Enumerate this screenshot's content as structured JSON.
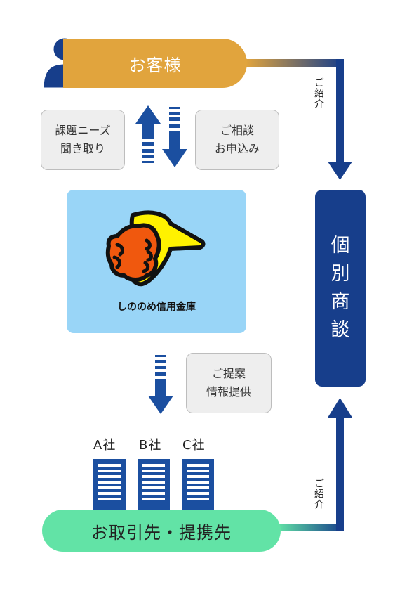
{
  "customer": {
    "label": "お客様"
  },
  "left_box": {
    "line1": "課題ニーズ",
    "line2": "聞き取り"
  },
  "right_box": {
    "line1": "ご相談",
    "line2": "お申込み"
  },
  "bank": {
    "name": "しののめ信用金庫"
  },
  "proposal_box": {
    "line1": "ご提案",
    "line2": "情報提供"
  },
  "meeting": {
    "chars": [
      "個",
      "別",
      "商",
      "談"
    ]
  },
  "intro_top": {
    "label": "ご紹介"
  },
  "intro_bottom": {
    "label": "ご紹介"
  },
  "companies": {
    "a": "A社",
    "b": "B社",
    "c": "C社"
  },
  "partners": {
    "label": "お取引先・提携先"
  },
  "colors": {
    "customer": "#e1a43d",
    "navy": "#173e8b",
    "bank_bg": "#99d5f7",
    "partner": "#62e3a6",
    "arrow_blue": "#1b4fa0"
  }
}
